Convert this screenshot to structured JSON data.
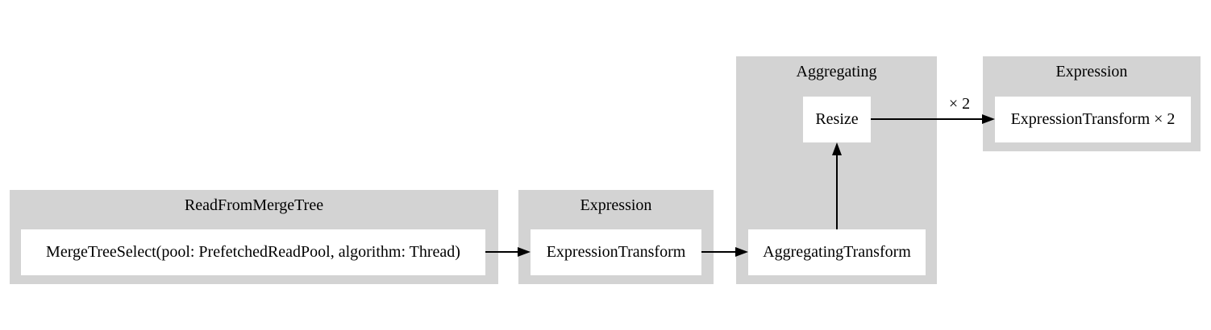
{
  "colors": {
    "page_background": "#ffffff",
    "cluster_fill": "#d3d3d3",
    "node_fill": "#ffffff",
    "text": "#000000",
    "edge": "#000000"
  },
  "clusters": [
    {
      "label": "ReadFromMergeTree"
    },
    {
      "label": "Expression"
    },
    {
      "label": "Aggregating"
    },
    {
      "label": "Expression"
    }
  ],
  "nodes": {
    "merge_tree_select": "MergeTreeSelect(pool: PrefetchedReadPool, algorithm: Thread)",
    "expression_transform": "ExpressionTransform",
    "aggregating_transform": "AggregatingTransform",
    "resize": "Resize",
    "expression_transform_x2": "ExpressionTransform × 2"
  },
  "edge_labels": {
    "resize_to_expression": "× 2"
  }
}
